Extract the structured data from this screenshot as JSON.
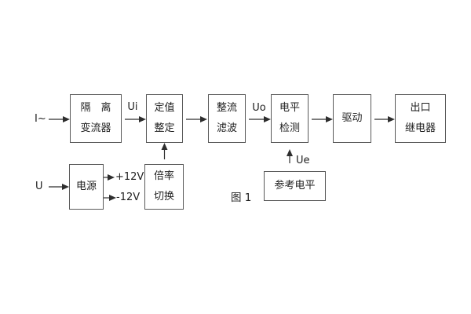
{
  "figure": {
    "caption": "图 1"
  },
  "blocks": {
    "isolation": {
      "line1": "隔　离",
      "line2": "变流器"
    },
    "setting": {
      "line1": "定值",
      "line2": "整定"
    },
    "rectify_filter": {
      "line1": "整流",
      "line2": "滤波"
    },
    "level_detect": {
      "line1": "电平",
      "line2": "检测"
    },
    "drive": {
      "label": "驱动"
    },
    "output_relay": {
      "line1": "出口",
      "line2": "继电器"
    },
    "power": {
      "label": "电源"
    },
    "rate_switch": {
      "line1": "倍率",
      "line2": "切换"
    },
    "reference_level": {
      "label": "参考电平"
    }
  },
  "signals": {
    "input_current": "I~",
    "ui": "Ui",
    "uo": "Uo",
    "input_voltage": "U",
    "plus_12v": "+12V",
    "minus_12v": "-12V",
    "ue": "Ue"
  },
  "colors": {
    "background": "#ffffff",
    "border": "#595959",
    "line": "#2e2e2e",
    "text": "#1f1f1f"
  }
}
